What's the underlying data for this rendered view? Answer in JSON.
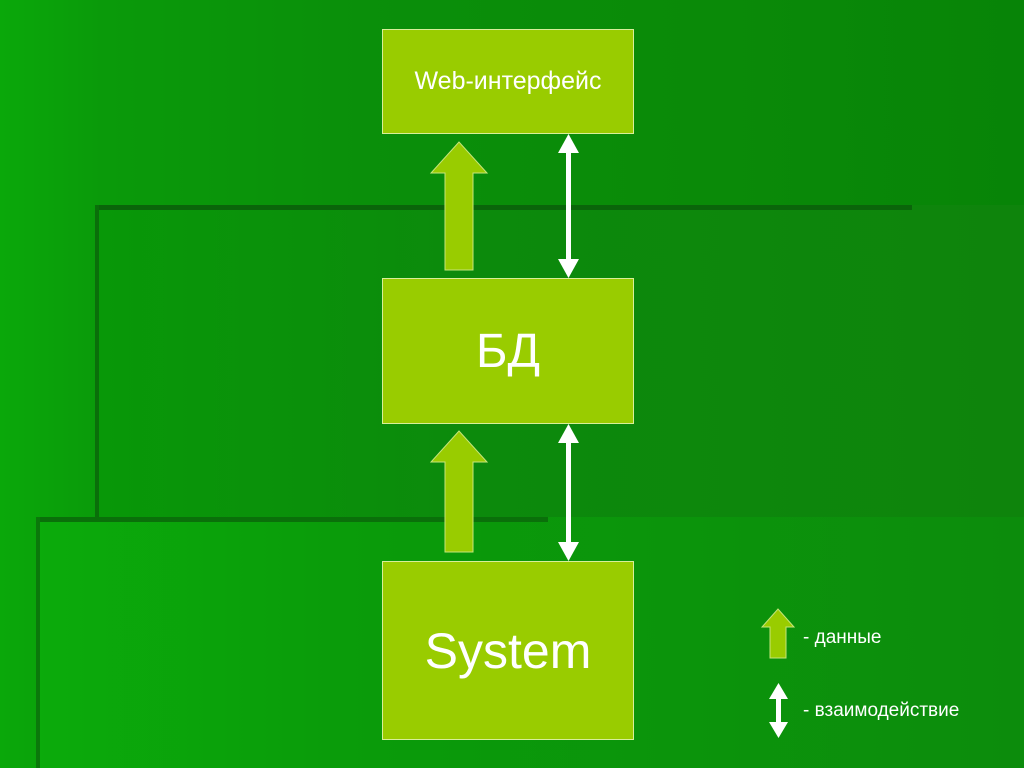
{
  "colors": {
    "box_fill": "#99cc00",
    "arrow_fill": "#99cc00",
    "text": "#ffffff",
    "background": "#0a8f0a"
  },
  "nodes": {
    "web": "Web-интерфейс",
    "db": "БД",
    "system": "System"
  },
  "edges": [
    {
      "from": "system",
      "to": "db",
      "kind": "data"
    },
    {
      "from": "system",
      "to": "db",
      "kind": "interaction"
    },
    {
      "from": "db",
      "to": "web",
      "kind": "data"
    },
    {
      "from": "db",
      "to": "web",
      "kind": "interaction"
    }
  ],
  "legend": {
    "data_label": "- данные",
    "interaction_label": "- взаимодействие"
  }
}
